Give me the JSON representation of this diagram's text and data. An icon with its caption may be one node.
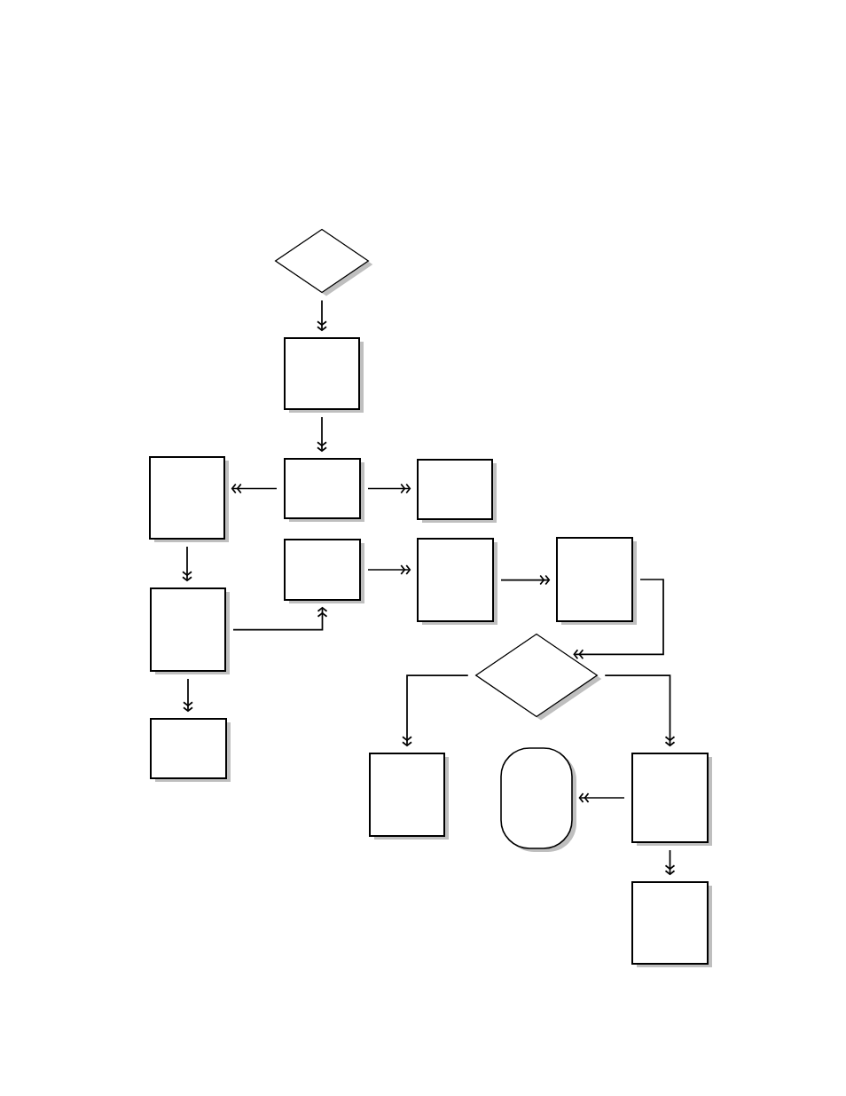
{
  "diagram": {
    "nodes": [
      {
        "text": [],
        "shape": "diamond"
      },
      {
        "text": [],
        "shape": "box"
      },
      {
        "text": [],
        "shape": "box"
      },
      {
        "text": [],
        "shape": "box"
      },
      {
        "text": [],
        "shape": "box"
      },
      {
        "text": [],
        "shape": "box"
      },
      {
        "text": [],
        "shape": "box"
      },
      {
        "text": [],
        "shape": "box"
      },
      {
        "text": [],
        "shape": "box"
      },
      {
        "text": [],
        "shape": "diamond"
      },
      {
        "text": [],
        "shape": "box"
      },
      {
        "text": [],
        "shape": "box"
      },
      {
        "text": [],
        "shape": "ellipse"
      },
      {
        "text": [],
        "shape": "box"
      },
      {
        "text": [],
        "shape": "box"
      }
    ],
    "edges": [
      {
        "from": 0,
        "to": 1,
        "arrow": "to"
      },
      {
        "from": 1,
        "to": 3,
        "arrow": "to"
      },
      {
        "from": 3,
        "to": 2,
        "arrow": "to"
      },
      {
        "from": 3,
        "to": 4,
        "arrow": "to"
      },
      {
        "from": 2,
        "to": 8,
        "arrow": "to"
      },
      {
        "from": 8,
        "to": 5,
        "arrow": "to"
      },
      {
        "from": 5,
        "to": 6,
        "arrow": "to"
      },
      {
        "from": 6,
        "to": 7,
        "arrow": "to"
      },
      {
        "from": 7,
        "to": 9,
        "arrow": "to"
      },
      {
        "from": 9,
        "to": 11,
        "arrow": "to"
      },
      {
        "from": 9,
        "to": 13,
        "arrow": "to"
      },
      {
        "from": 13,
        "to": 12,
        "arrow": "to"
      },
      {
        "from": 8,
        "to": 10,
        "arrow": "to"
      },
      {
        "from": 13,
        "to": 14,
        "arrow": "to"
      }
    ]
  }
}
